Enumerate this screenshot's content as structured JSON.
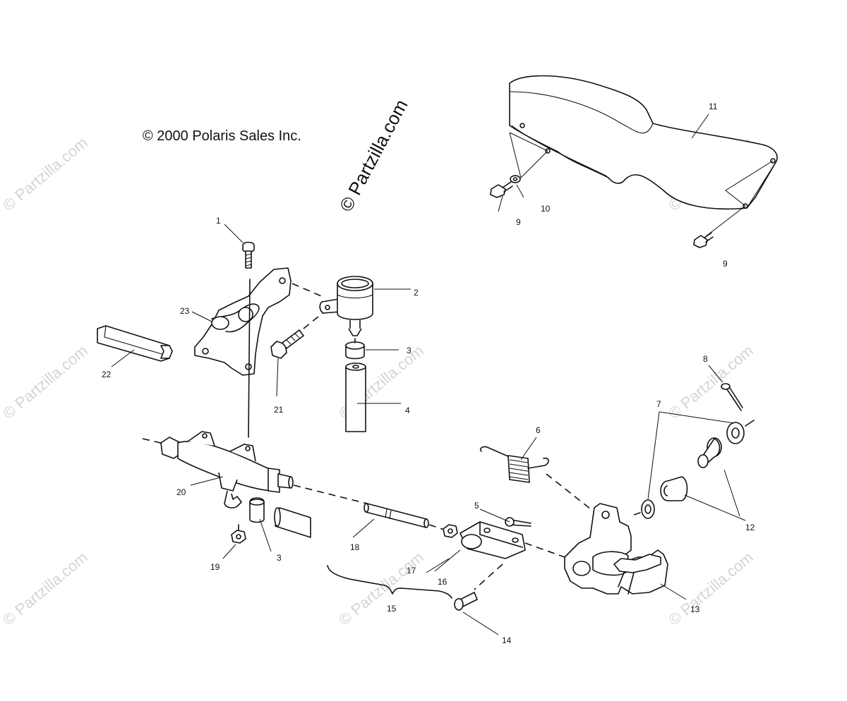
{
  "copyright": "© 2000 Polaris Sales Inc.",
  "watermark": "© Partzilla.com",
  "callouts": {
    "c1": "1",
    "c2": "2",
    "c3a": "3",
    "c3b": "3",
    "c4": "4",
    "c5": "5",
    "c6": "6",
    "c7": "7",
    "c8": "8",
    "c9a": "9",
    "c9b": "9",
    "c10": "10",
    "c11": "11",
    "c12": "12",
    "c13": "13",
    "c14": "14",
    "c15": "15",
    "c16": "16",
    "c17": "17",
    "c18": "18",
    "c19": "19",
    "c20": "20",
    "c21": "21",
    "c22": "22",
    "c23": "23"
  }
}
